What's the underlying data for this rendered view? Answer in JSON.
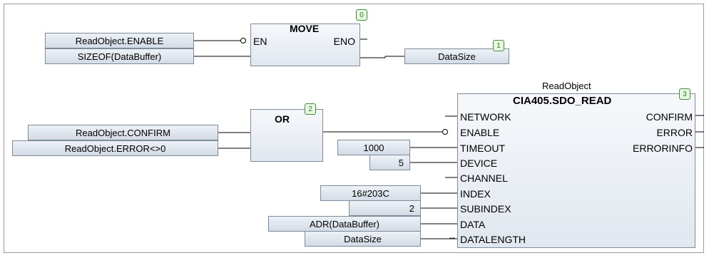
{
  "move_block": {
    "title": "MOVE",
    "order": "0",
    "pin_en": "EN",
    "pin_eno": "ENO",
    "inputs": [
      "ReadObject.ENABLE",
      "SIZEOF(DataBuffer)"
    ],
    "output_var": "DataSize",
    "output_order": "1"
  },
  "or_block": {
    "title": "OR",
    "order": "2",
    "inputs": [
      "ReadObject.CONFIRM",
      "ReadObject.ERROR<>0"
    ]
  },
  "sdo_block": {
    "instance": "ReadObject",
    "type": "CIA405.SDO_READ",
    "order": "3",
    "in_pins": [
      "NETWORK",
      "ENABLE",
      "TIMEOUT",
      "DEVICE",
      "CHANNEL",
      "INDEX",
      "SUBINDEX",
      "DATA",
      "DATALENGTH"
    ],
    "out_pins": [
      "CONFIRM",
      "ERROR",
      "ERRORINFO"
    ],
    "input_values": {
      "timeout": "1000",
      "device": "5",
      "index": "16#203C",
      "subindex": "2",
      "data": "ADR(DataBuffer)",
      "datalength": "DataSize"
    }
  }
}
